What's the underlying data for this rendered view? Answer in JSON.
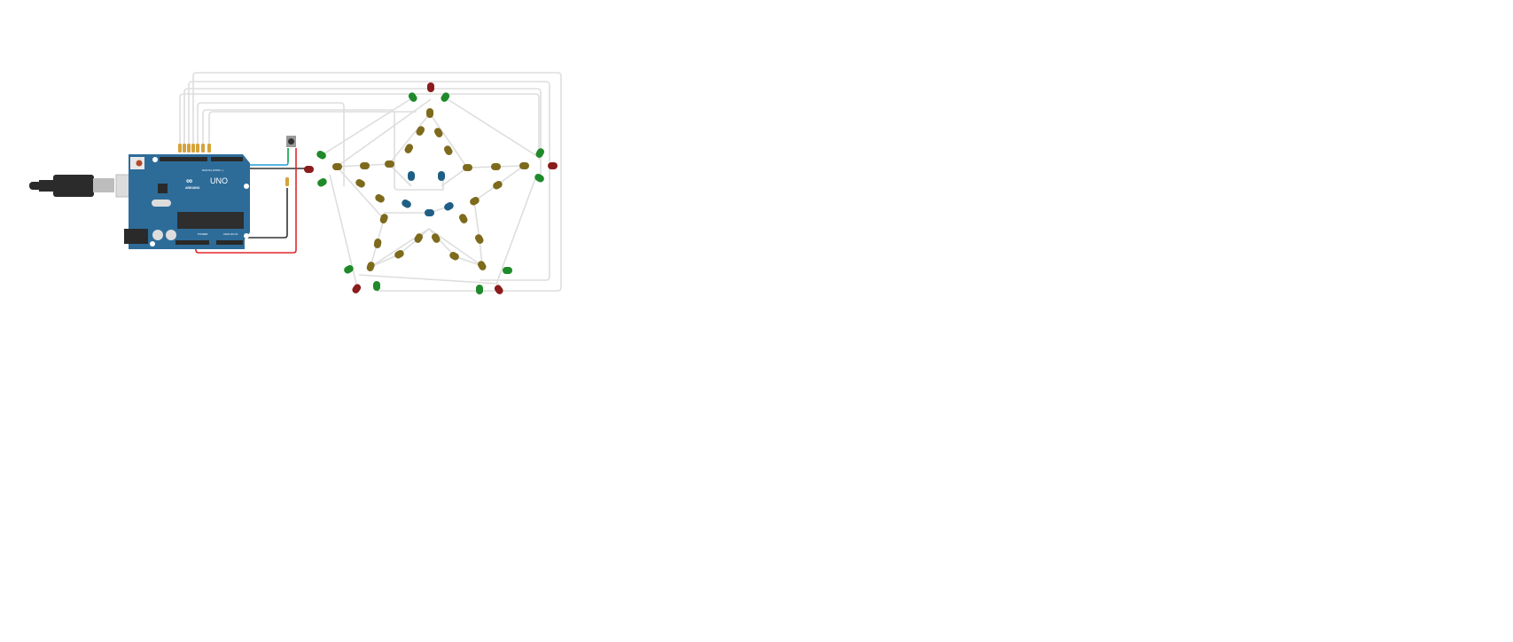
{
  "arduino": {
    "brand_label": "ARDUINO",
    "model_label": "UNO",
    "digital_label": "DIGITAL (PWM ~)",
    "power_label": "POWER",
    "analog_label": "ANALOG IN",
    "board_color": "#2d6c99"
  },
  "colors": {
    "wire_gray": "#dddddd",
    "wire_red": "#e3262b",
    "wire_black": "#333333",
    "wire_green": "#27b04a",
    "wire_blue": "#1f9fd8",
    "led_red": "#8b1c1c",
    "led_green": "#1f8a2a",
    "led_olive": "#7d6a1c",
    "led_blue": "#1f5f86"
  },
  "components": {
    "pushbutton": "pushbutton",
    "usb_cable": "usb-cable",
    "resistor_count": 8,
    "led_count": 45
  }
}
